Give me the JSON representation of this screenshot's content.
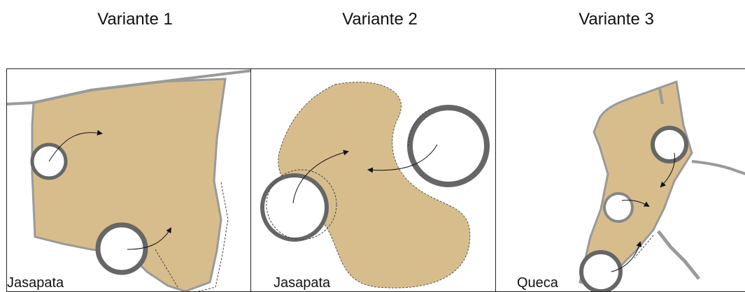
{
  "headings": {
    "v1": "Variante 1",
    "v2": "Variante 2",
    "v3": "Variante 3"
  },
  "panels": {
    "p1": {
      "site": "Jasapata"
    },
    "p2": {
      "site": "Jasapata"
    },
    "p3": {
      "site": "Queca"
    }
  },
  "colors": {
    "fill": "#d8bd8c",
    "wall": "#6b6b6b",
    "wall_light": "#bdbdbd",
    "dashed": "#444444"
  }
}
